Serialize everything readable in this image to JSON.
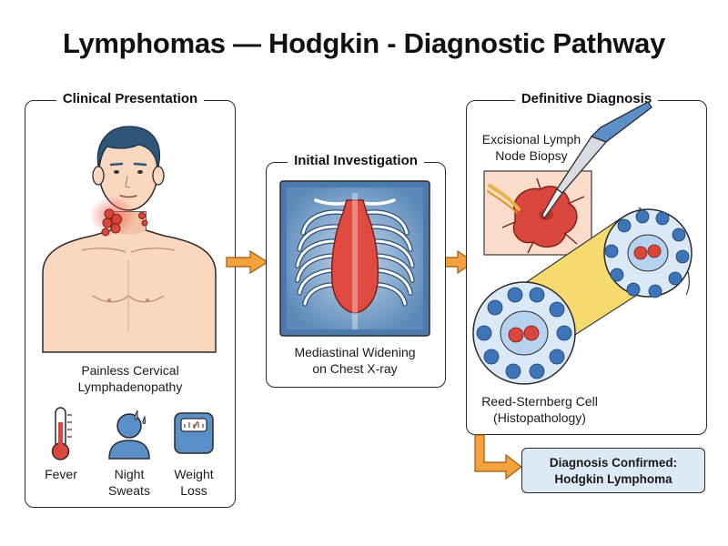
{
  "title": "Lymphomas — Hodgkin - Diagnostic Pathway",
  "clinical": {
    "header": "Clinical Presentation",
    "finding": [
      "Painless Cervical",
      "Lymphadenopathy"
    ],
    "symptoms": [
      {
        "icon": "thermometer-icon",
        "lines": [
          "Fever"
        ]
      },
      {
        "icon": "night-sweats-icon",
        "lines": [
          "Night",
          "Sweats"
        ]
      },
      {
        "icon": "weight-scale-icon",
        "lines": [
          "Weight",
          "Loss"
        ]
      }
    ]
  },
  "investigation": {
    "header": "Initial Investigation",
    "finding": [
      "Mediastinal Widening",
      "on Chest X-ray"
    ]
  },
  "diagnosis": {
    "header": "Definitive Diagnosis",
    "biopsy": [
      "Excisional Lymph",
      "Node Biopsy"
    ],
    "cell": [
      "Reed-Sternberg Cell",
      "(Histopathology)"
    ]
  },
  "result": {
    "lines": [
      "Diagnosis Confirmed:",
      "Hodgkin Lymphoma"
    ]
  },
  "colors": {
    "arrow": "#f3a23c",
    "skin": "#fad7bf",
    "hair": "#2f5578",
    "node": "#d8463c",
    "xray_bg": "#4b7bad",
    "cell_blue": "#3e74b8",
    "confirm_bg": "#dde9f5"
  }
}
